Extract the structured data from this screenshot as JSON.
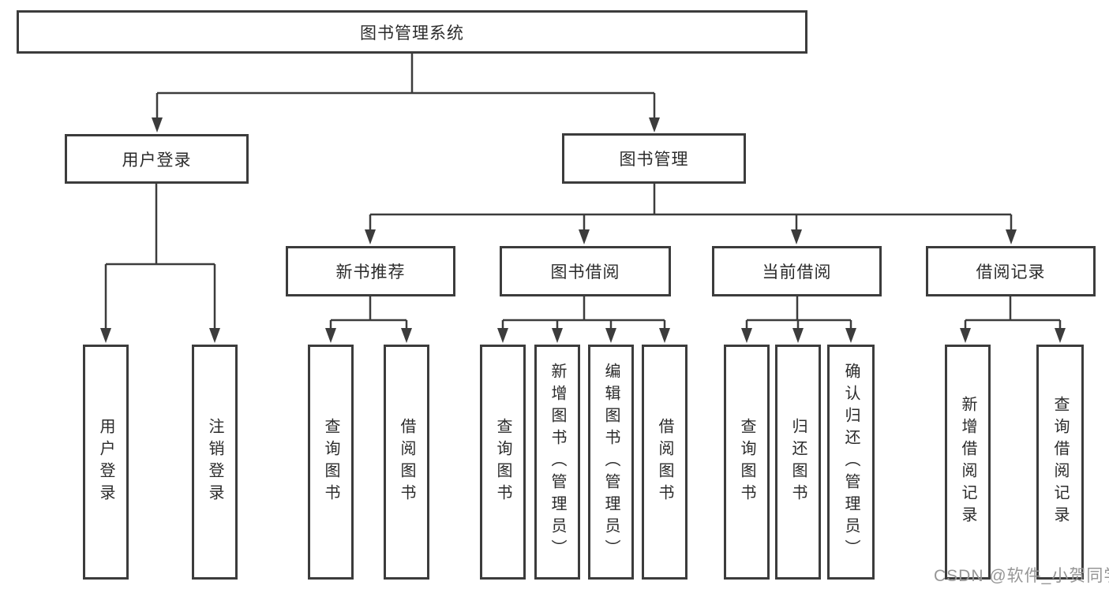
{
  "diagram": {
    "title": "图书管理系统",
    "nodes": {
      "root": "图书管理系统",
      "user_login": "用户登录",
      "book_mgmt": "图书管理",
      "new_book_rec": "新书推荐",
      "book_borrow": "图书借阅",
      "current_borrow": "当前借阅",
      "borrow_records": "借阅记录",
      "leaf_user_login": "用户登录",
      "leaf_logout": "注销登录",
      "leaf_query_book_1": "查询图书",
      "leaf_borrow_book_1": "借阅图书",
      "leaf_query_book_2": "查询图书",
      "leaf_add_book": "新增图书（管理员）",
      "leaf_edit_book": "编辑图书（管理员）",
      "leaf_borrow_book_2": "借阅图书",
      "leaf_query_book_3": "查询图书",
      "leaf_return_book": "归还图书",
      "leaf_confirm_return": "确认归还（管理员）",
      "leaf_add_record": "新增借阅记录",
      "leaf_query_record": "查询借阅记录"
    },
    "hierarchy": {
      "root": [
        "user_login",
        "book_mgmt"
      ],
      "user_login": [
        "leaf_user_login",
        "leaf_logout"
      ],
      "book_mgmt": [
        "new_book_rec",
        "book_borrow",
        "current_borrow",
        "borrow_records"
      ],
      "new_book_rec": [
        "leaf_query_book_1",
        "leaf_borrow_book_1"
      ],
      "book_borrow": [
        "leaf_query_book_2",
        "leaf_add_book",
        "leaf_edit_book",
        "leaf_borrow_book_2"
      ],
      "current_borrow": [
        "leaf_query_book_3",
        "leaf_return_book",
        "leaf_confirm_return"
      ],
      "borrow_records": [
        "leaf_add_record",
        "leaf_query_record"
      ]
    },
    "colors": {
      "line": "#3c3c3c",
      "text": "#2b2b2b",
      "background": "#ffffff",
      "watermark": "#969696"
    }
  },
  "watermark": "CSDN @软件_小贺同学"
}
